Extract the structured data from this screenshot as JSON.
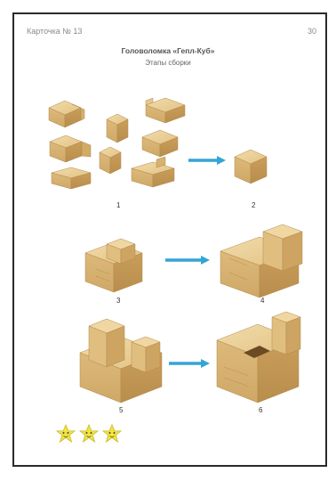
{
  "card": {
    "number_label": "Карточка № 13",
    "page_number": "30",
    "title": "Головоломка «Гепл-Куб»",
    "subtitle": "Этапы сборки"
  },
  "stages": [
    {
      "label": "1"
    },
    {
      "label": "2"
    },
    {
      "label": "3"
    },
    {
      "label": "4"
    },
    {
      "label": "5"
    },
    {
      "label": "6"
    }
  ],
  "rating": {
    "stars": 3,
    "max": 3
  },
  "colors": {
    "wood_top": "#e9cf95",
    "wood_left": "#d8b473",
    "wood_right": "#c69c58",
    "arrow": "#35a4d6",
    "star": "#f1e440",
    "border": "#2a2a2a"
  }
}
